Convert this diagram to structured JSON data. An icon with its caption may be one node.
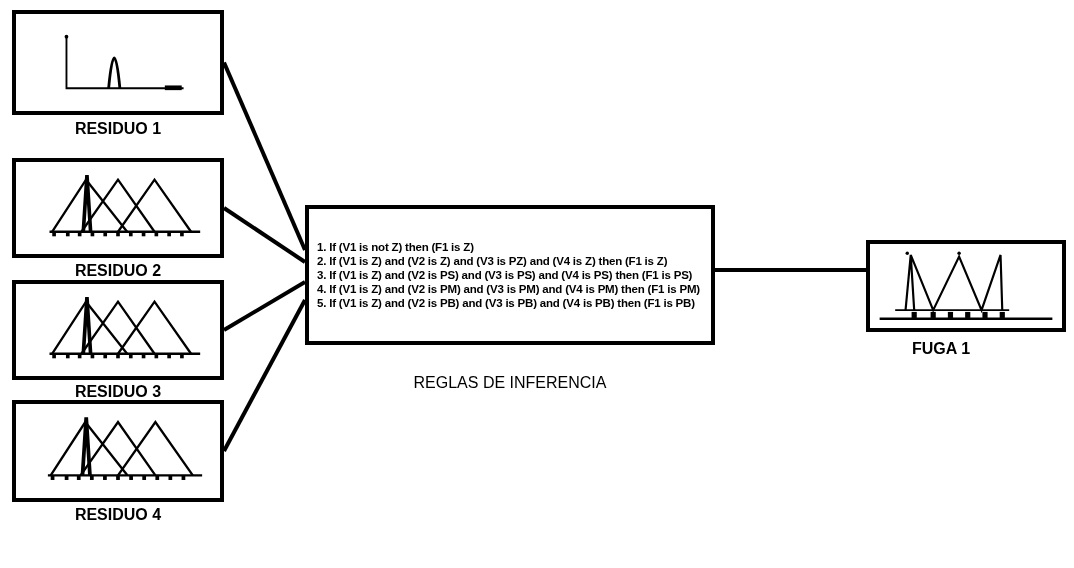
{
  "diagram": {
    "nodes": [
      {
        "text": [],
        "shape": "picture",
        "beside": [
          "RESIDUO 1"
        ]
      },
      {
        "text": [],
        "shape": "picture",
        "beside": [
          "RESIDUO 2"
        ]
      },
      {
        "text": [],
        "shape": "picture",
        "beside": [
          "RESIDUO 3"
        ]
      },
      {
        "text": [],
        "shape": "picture",
        "beside": [
          "RESIDUO 4"
        ]
      },
      {
        "text": [
          "1. If (V1 is not Z) then (F1 is Z)",
          "2. If (V1 is Z) and (V2 is Z) and (V3 is PZ) and (V4 is Z) then (F1 is Z)",
          "3. If (V1 is Z) and (V2 is PS) and (V3 is PS) and (V4 is PS) then (F1 is PS)",
          "4. If (V1 is Z) and (V2 is PM) and (V3 is PM) and (V4 is PM) then (F1 is PM)",
          "5. If (V1 is Z) and (V2 is PB) and (V3 is PB) and (V4 is PB) then (F1 is PB)"
        ],
        "beside": [
          "REGLAS DE INFERENCIA"
        ]
      },
      {
        "text": [],
        "shape": "picture",
        "beside": [
          "FUGA 1"
        ]
      }
    ],
    "edges": [
      {
        "from": 0,
        "to": 4,
        "arrow": "none"
      },
      {
        "from": 1,
        "to": 4,
        "arrow": "none"
      },
      {
        "from": 2,
        "to": 4,
        "arrow": "none"
      },
      {
        "from": 3,
        "to": 4,
        "arrow": "none"
      },
      {
        "from": 4,
        "to": 5,
        "arrow": "none"
      }
    ]
  }
}
